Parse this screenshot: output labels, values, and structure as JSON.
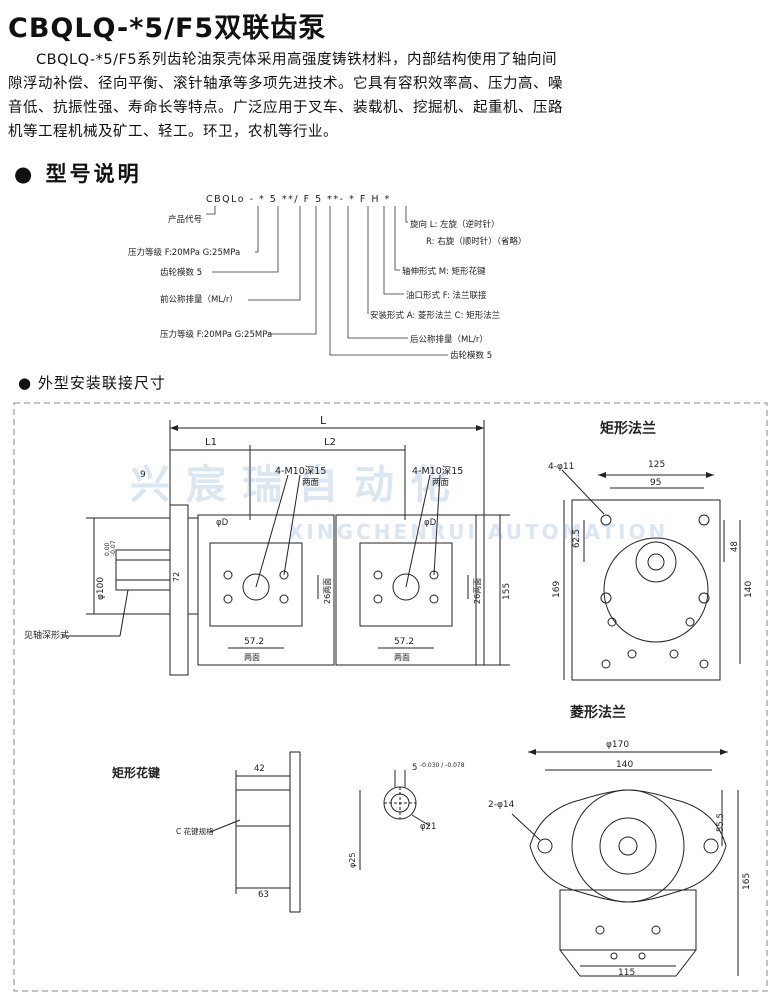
{
  "document": {
    "title": "CBQLQ-*5/F5双联齿泵",
    "intro": "CBQLQ-*5/F5系列齿轮油泵壳体采用高强度铸铁材料，内部结构使用了轴向间隙浮动补偿、径向平衡、滚针轴承等多项先进技术。它具有容积效率高、压力高、噪音低、抗振性强、寿命长等特点。广泛应用于叉车、装载机、挖掘机、起重机、压路机等工程机械及矿工、轻工。环卫，农机等行业。",
    "section_model": "型号说明",
    "section_dims": "外型安装联接尺寸"
  },
  "model_code": {
    "code": "CBQLo - *  5  **/ F  5 **- *  F H *",
    "left_labels": [
      "产品代号",
      "压力等级 F:20MPa G:25MPa",
      "齿轮模数 5",
      "前公称排量（ML/r）",
      "压力等级 F:20MPa G:25MPa"
    ],
    "right_labels": [
      "旋向 L: 左旋（逆时针）",
      "R: 右旋（顺时针）（省略）",
      "轴伸形式 M: 矩形花键",
      "油口形式 F: 法兰联接",
      "安装形式 A: 菱形法兰 C: 矩形法兰",
      "后公称排量（ML/r）",
      "齿轮模数 5"
    ]
  },
  "watermark": {
    "cn": "兴宸瑞自动化",
    "en": "XINGCHENRUI AUTOMATION"
  },
  "drawing_labels": {
    "L": "L",
    "L1": "L1",
    "L2": "L2",
    "nine": "9",
    "phi100": "φ100",
    "tol100_up": "0.00",
    "tol100_dn": "-0.07",
    "d72": "72",
    "port1": "4-M10深15",
    "port1b": "两面",
    "port2": "4-M10深15",
    "port2b": "两面",
    "phiD1": "φD",
    "phiD2": "φD",
    "dim26a": "26两面",
    "dim26b": "26两面",
    "w57a": "57.2",
    "w57a_sub": "两面",
    "w57b": "57.2",
    "w57b_sub": "两面",
    "h155": "155",
    "shaft_note": "见轴深形式",
    "rect_flange_title": "矩形法兰",
    "rf_125": "125",
    "rf_95": "95",
    "rf_holes": "4-φ11",
    "rf_625": "62.5",
    "rf_48": "48",
    "rf_169": "169",
    "rf_140": "140",
    "spline_title": "矩形花键",
    "sp_42": "42",
    "sp_63": "63",
    "sp_c": "C 花键规格",
    "sp_5": "5",
    "sp_5tol": "-0.030 / -0.078",
    "sp_21": "φ21",
    "sp_25": "φ25",
    "diamond_flange_title": "菱形法兰",
    "df_170": "φ170",
    "df_140": "140",
    "df_holes": "2-φ14",
    "df_555": "55.5",
    "df_165": "165",
    "df_115": "115"
  }
}
